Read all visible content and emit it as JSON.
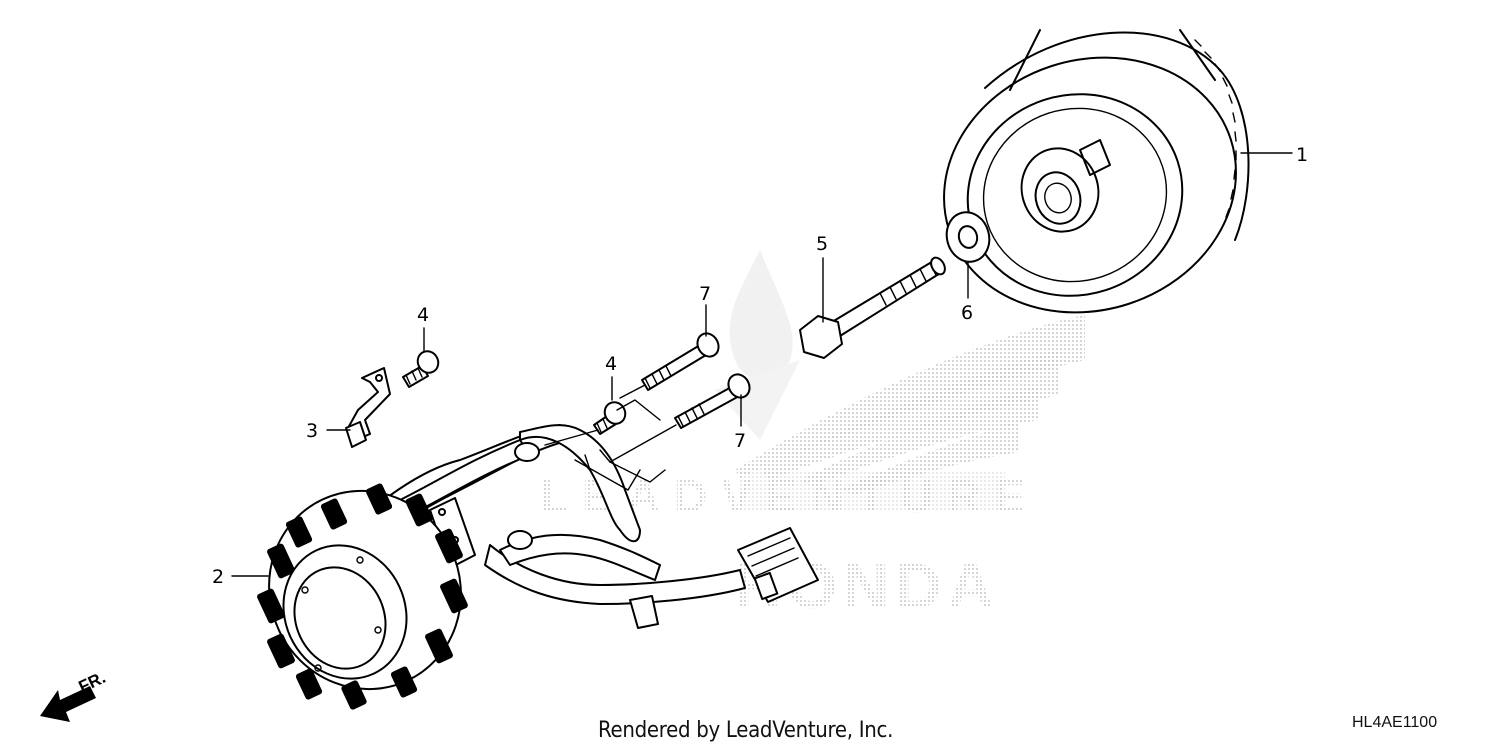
{
  "footer": {
    "credit": "Rendered by LeadVenture, Inc.",
    "diagram_code": "HL4AE1100"
  },
  "direction_label": "FR.",
  "callouts": [
    {
      "id": "c1",
      "label": "1"
    },
    {
      "id": "c2",
      "label": "2"
    },
    {
      "id": "c3",
      "label": "3"
    },
    {
      "id": "c4a",
      "label": "4"
    },
    {
      "id": "c4b",
      "label": "4"
    },
    {
      "id": "c5",
      "label": "5"
    },
    {
      "id": "c6",
      "label": "6"
    },
    {
      "id": "c7a",
      "label": "7"
    },
    {
      "id": "c7b",
      "label": "7"
    }
  ],
  "watermark": {
    "brand": "HONDA",
    "dealer": "LEADVENTURE"
  },
  "colors": {
    "line": "#000000",
    "watermark": "#bdbdbd",
    "background": "#ffffff"
  }
}
